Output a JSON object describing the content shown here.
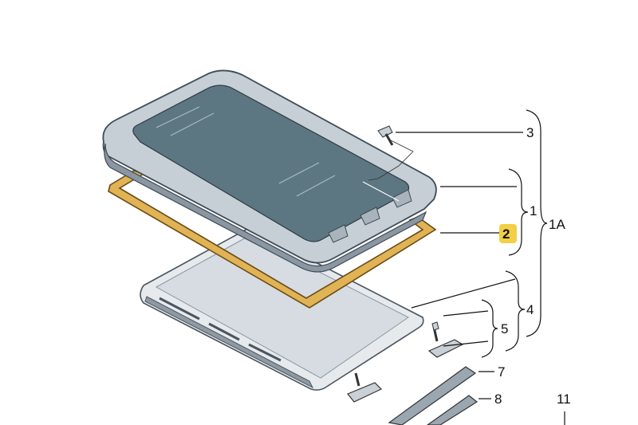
{
  "parts": {
    "p3": "3",
    "p1": "1",
    "p2": "2",
    "p1A": "1A",
    "p4": "4",
    "p5": "5",
    "p7": "7",
    "p8": "8",
    "p11": "11"
  },
  "colors": {
    "highlight": "#f2cf44",
    "seal": "#e0b355",
    "glass": "#5c7781",
    "frame": "#c7cfd6",
    "ink": "#111111"
  }
}
